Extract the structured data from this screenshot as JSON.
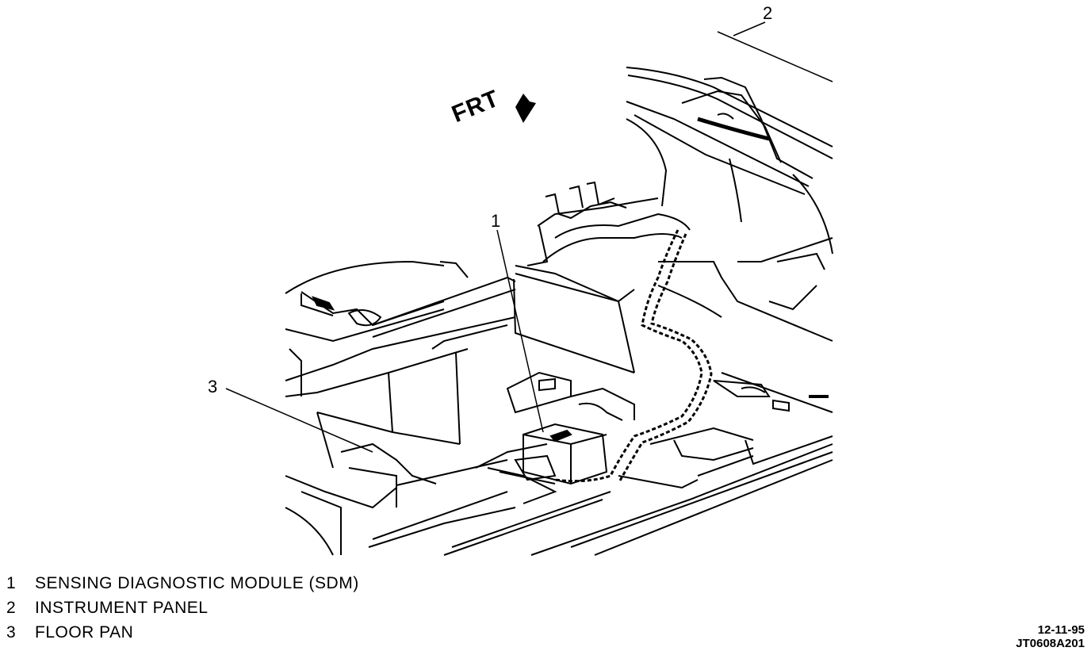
{
  "diagram": {
    "direction_label": "FRT",
    "callouts": [
      {
        "id": "1",
        "label": "1"
      },
      {
        "id": "2",
        "label": "2"
      },
      {
        "id": "3",
        "label": "3"
      }
    ],
    "legend": [
      {
        "number": "1",
        "text": "SENSING DIAGNOSTIC MODULE (SDM)"
      },
      {
        "number": "2",
        "text": "INSTRUMENT PANEL"
      },
      {
        "number": "3",
        "text": "FLOOR PAN"
      }
    ],
    "date_code": "12-11-95",
    "figure_code": "JT0608A201"
  }
}
